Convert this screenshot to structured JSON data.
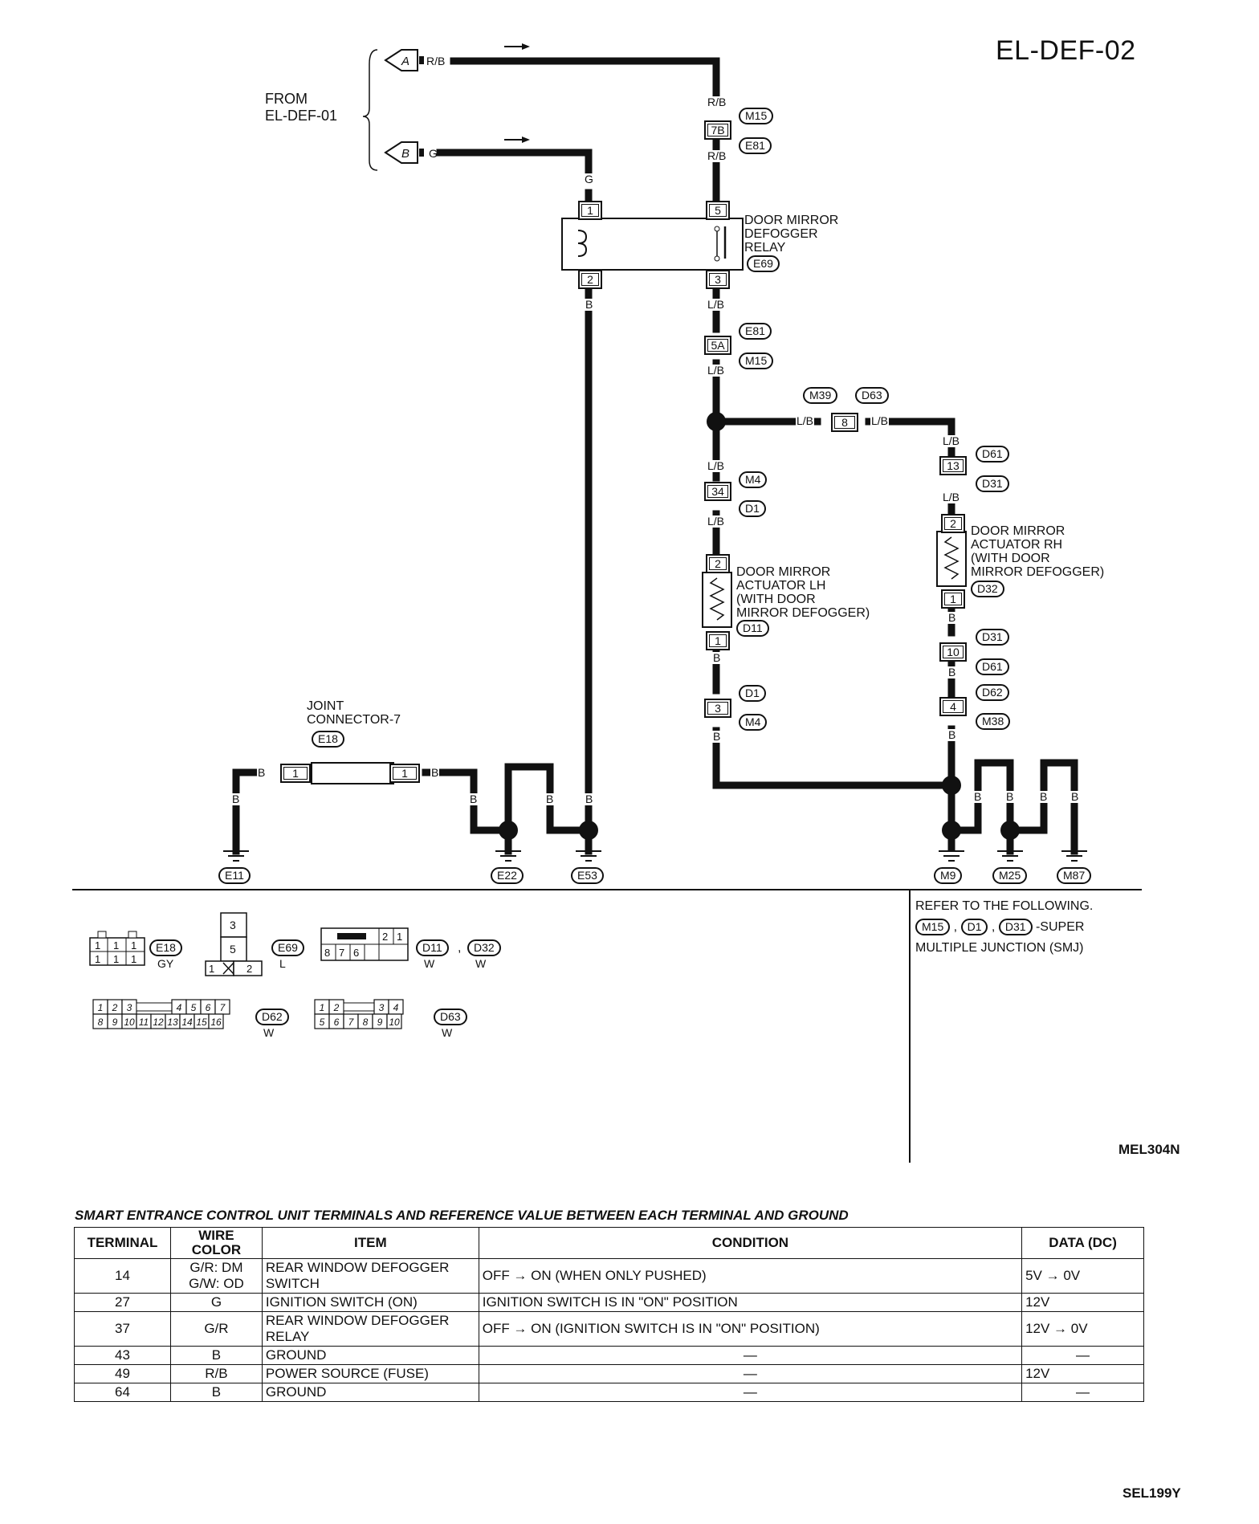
{
  "diagram_title": "EL-DEF-02",
  "from_label": "FROM\nEL-DEF-01",
  "inputs": [
    {
      "letter": "A",
      "wire": "R/B"
    },
    {
      "letter": "B",
      "wire": "G"
    }
  ],
  "relay": {
    "name": "DOOR MIRROR\nDEFOGGER\nRELAY",
    "code": "E69",
    "pins": {
      "coil_top": "1",
      "coil_bottom": "2",
      "sw_top": "5",
      "sw_bottom": "3"
    }
  },
  "wires": {
    "rb": "R/B",
    "g": "G",
    "b": "B",
    "lb": "L/B"
  },
  "connectors": {
    "c7b": {
      "pin": "7B",
      "upper": "M15",
      "lower": "E81"
    },
    "c5a": {
      "pin": "5A",
      "upper": "E81",
      "lower": "M15"
    },
    "c8": {
      "pin": "8",
      "left": "M39",
      "right": "D63"
    },
    "c34": {
      "pin": "34",
      "upper": "M4",
      "lower": "D1"
    },
    "c13": {
      "pin": "13",
      "upper": "D61",
      "lower": "D31"
    },
    "c3": {
      "pin": "3",
      "upper": "D1",
      "lower": "M4"
    },
    "c10": {
      "pin": "10",
      "upper": "D31",
      "lower": "D61"
    },
    "c4": {
      "pin": "4",
      "upper": "D62",
      "lower": "M38"
    }
  },
  "actuator_lh": {
    "name": "DOOR MIRROR\nACTUATOR LH\n(WITH DOOR\nMIRROR DEFOGGER)",
    "code": "D11",
    "pin_top": "2",
    "pin_bottom": "1"
  },
  "actuator_rh": {
    "name": "DOOR MIRROR\nACTUATOR RH\n(WITH DOOR\nMIRROR DEFOGGER)",
    "code": "D32",
    "pin_top": "2",
    "pin_bottom": "1"
  },
  "joint": {
    "name": "JOINT\nCONNECTOR-7",
    "code": "E18",
    "pin_left": "1",
    "pin_right": "1"
  },
  "grounds": [
    "E11",
    "E22",
    "E53",
    "M9",
    "M25",
    "M87"
  ],
  "refer_note": {
    "line1": "REFER TO THE FOLLOWING.",
    "codes": [
      "M15",
      "D1",
      "D31"
    ],
    "suffix": "-SUPER",
    "line3": "MULTIPLE JUNCTION (SMJ)"
  },
  "connector_views": [
    {
      "code": "E18",
      "color": "GY"
    },
    {
      "code": "E69",
      "color": "L"
    },
    {
      "code": "D11",
      "color": "W"
    },
    {
      "code": "D32",
      "color": "W"
    },
    {
      "code": "D62",
      "color": "W"
    },
    {
      "code": "D63",
      "color": "W"
    }
  ],
  "connector_view_pins": {
    "e18": [
      "1",
      "1",
      "1",
      "1",
      "1",
      "1"
    ],
    "e69": [
      "3",
      "5",
      "1",
      "2"
    ],
    "d11": [
      "2",
      "1",
      "8",
      "7",
      "6"
    ],
    "d62": [
      "1",
      "2",
      "3",
      "4",
      "5",
      "6",
      "7",
      "8",
      "9",
      "10",
      "11",
      "12",
      "13",
      "14",
      "15",
      "16"
    ],
    "d63": [
      "1",
      "2",
      "3",
      "4",
      "5",
      "6",
      "7",
      "8",
      "9",
      "10"
    ]
  },
  "diagram_code": "MEL304N",
  "table": {
    "title": "SMART ENTRANCE CONTROL UNIT TERMINALS AND REFERENCE VALUE BETWEEN EACH TERMINAL AND GROUND",
    "headers": [
      "TERMINAL",
      "WIRE COLOR",
      "ITEM",
      "CONDITION",
      "DATA (DC)"
    ],
    "rows": [
      {
        "terminal": "14",
        "wire": "G/R: DM\nG/W: OD",
        "item": "REAR WINDOW DEFOGGER SWITCH",
        "condition": "OFF → ON (WHEN ONLY PUSHED)",
        "data": "5V → 0V"
      },
      {
        "terminal": "27",
        "wire": "G",
        "item": "IGNITION SWITCH (ON)",
        "condition": "IGNITION SWITCH IS IN \"ON\" POSITION",
        "data": "12V"
      },
      {
        "terminal": "37",
        "wire": "G/R",
        "item": "REAR WINDOW DEFOGGER RELAY",
        "condition": "OFF → ON (IGNITION SWITCH IS IN \"ON\" POSITION)",
        "data": "12V → 0V"
      },
      {
        "terminal": "43",
        "wire": "B",
        "item": "GROUND",
        "condition": "—",
        "data": "—"
      },
      {
        "terminal": "49",
        "wire": "R/B",
        "item": "POWER SOURCE (FUSE)",
        "condition": "—",
        "data": "12V"
      },
      {
        "terminal": "64",
        "wire": "B",
        "item": "GROUND",
        "condition": "—",
        "data": "—"
      }
    ]
  },
  "page_code": "SEL199Y"
}
